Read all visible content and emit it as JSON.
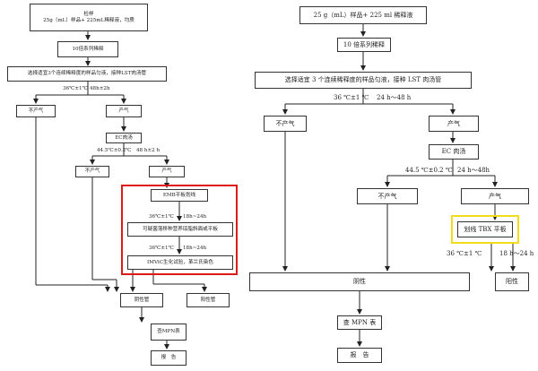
{
  "left": {
    "sample_title": "检样",
    "sample_text": "25g（mL）样品+ 225mL稀释液，均质",
    "dilution": "10倍系列稀释",
    "select": "选择适宜3个连续稀释度的样品匀液，接种LST肉汤管",
    "cond1_temp": "36℃±1℃",
    "cond1_time": "48h±2h",
    "no_gas_1": "不产气",
    "gas_1": "产气",
    "ec": "EC肉汤",
    "cond2_temp": "44.5℃±0.2℃",
    "cond2_time": "48 h±2 h",
    "no_gas_2": "不产气",
    "gas_2": "产气",
    "emb": "EMB平板划线",
    "cond3_temp": "36℃±1℃",
    "cond3_time": "18h~24h",
    "transfer": "可疑菌落移种营养琼脂斜面或平板",
    "cond4_temp": "36℃±1℃",
    "cond4_time": "18h~24h",
    "imvic": "IMViC生化试验，革兰氏染色",
    "negative": "阴性管",
    "positive": "阳性管",
    "mpn": "查MPN表",
    "report": "报　告"
  },
  "right": {
    "sample_text": "25 g（mL）样品+ 225 ml 稀释液",
    "dilution": "10 倍系列稀释",
    "select": "选择适宜 3 个连续稀释度的样品匀液，接种 LST 肉汤管",
    "cond1_temp": "36 ℃±1 ℃",
    "cond1_time": "24 h～48 h",
    "no_gas_1": "不产气",
    "gas_1": "产气",
    "ec": "EC 肉汤",
    "cond2_temp": "44.5 ℃±0.2 ℃",
    "cond2_time": "24 h～48h",
    "no_gas_2": "不产气",
    "gas_2": "产气",
    "tbx": "划线 TBX 平板",
    "cond3_temp": "36 ℃±1 ℃",
    "cond3_time": "18 h～24 h",
    "negative": "阴性",
    "positive": "阳性",
    "mpn": "查 MPN 表",
    "report": "报　告"
  }
}
